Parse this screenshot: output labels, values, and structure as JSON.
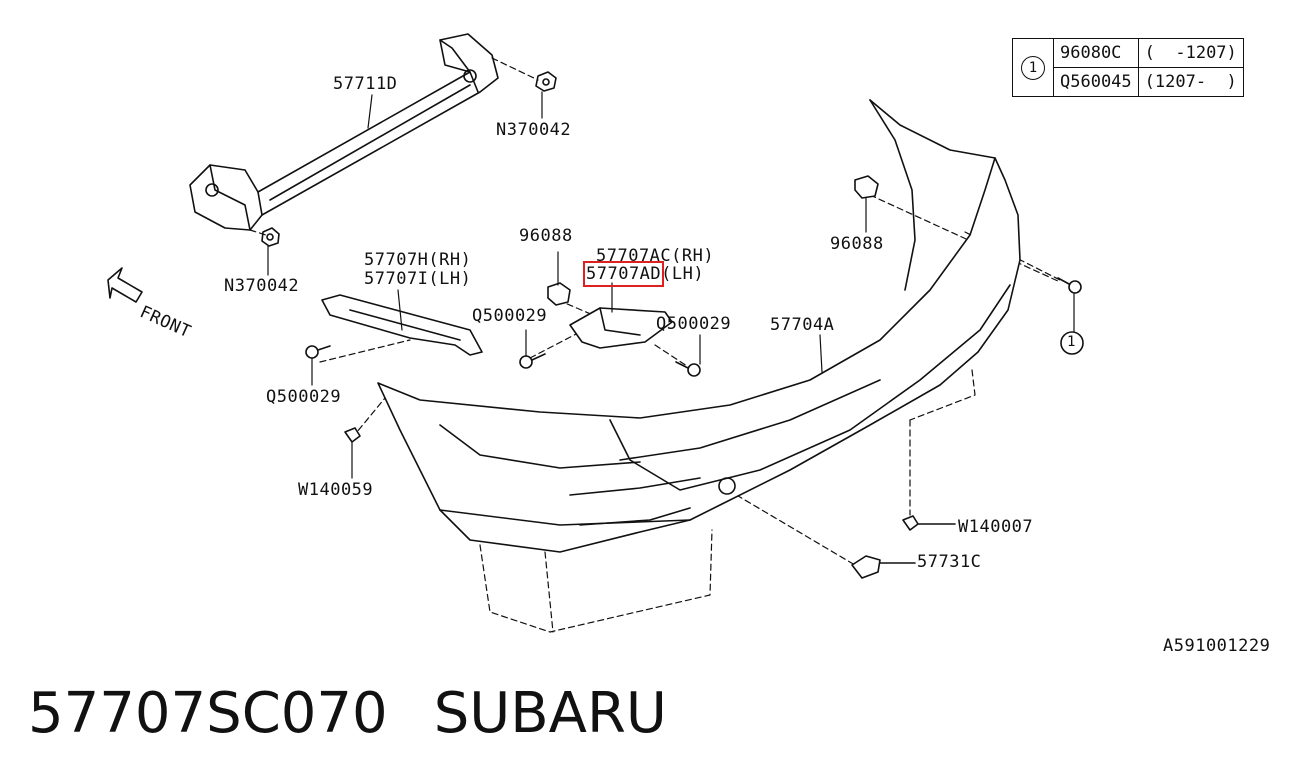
{
  "legend": {
    "ref": "1",
    "rows": [
      {
        "part": "96080C",
        "range": "(  -1207)"
      },
      {
        "part": "Q560045",
        "range": "(1207-  )"
      }
    ]
  },
  "labels": {
    "p57711d": "57711D",
    "n370042_top": "N370042",
    "n370042_left": "N370042",
    "front": "FRONT",
    "p57707h": "57707H(RH)",
    "p57707i": "57707I(LH)",
    "p96088_center": "96088",
    "p57707ac": "57707AC(RH)",
    "p57707ad_part": "57707AD",
    "p57707ad_side": "(LH)",
    "p96088_right": "96088",
    "ref_right": "1",
    "q500029_left": "Q500029",
    "q500029_mid": "Q500029",
    "q500029_right": "Q500029",
    "p57704a": "57704A",
    "w140059": "W140059",
    "w140007": "W140007",
    "p57731c": "57731C",
    "diagram_code": "A591001229"
  },
  "footer": {
    "part_number": "57707SC070",
    "brand": "SUBARU"
  },
  "colors": {
    "line": "#111111",
    "highlight": "#e02020",
    "background": "#ffffff"
  }
}
